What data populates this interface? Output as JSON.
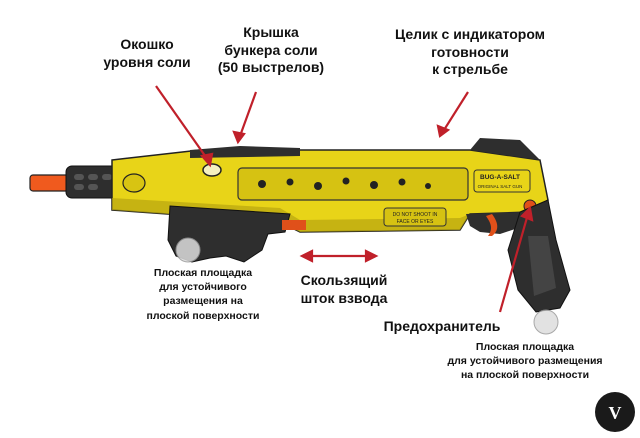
{
  "labels": {
    "salt_window": [
      "Окошко",
      "уровня соли"
    ],
    "hopper_cap": [
      "Крышка",
      "бункера соли",
      "(50 выстрелов)"
    ],
    "rear_sight": [
      "Целик с индикатором",
      "готовности",
      "к стрельбе"
    ],
    "flat_pad_front": [
      "Плоская площадка",
      "для  устойчивого",
      "размещения на",
      "плоской поверхности"
    ],
    "cocking_rod": [
      "Скользящий",
      "шток взвода"
    ],
    "safety": "Предохранитель",
    "flat_pad_rear": [
      "Плоская площадка",
      "для  устойчивого размещения",
      "на  плоской поверхности"
    ]
  },
  "gun_markings": {
    "logo": "BUG-A-SALT",
    "subtitle": "ORIGINAL SALT GUN",
    "warning": [
      "DO NOT SHOOT IN",
      "FACE OR EYES"
    ]
  },
  "colors": {
    "body": "#e8d418",
    "body_shade": "#b8a510",
    "grip": "#2e2e2e",
    "muzzle": "#f05a1e",
    "accent": "#e0501a",
    "arrow": "#c0202a"
  },
  "badge_icon": "v-star-circle-icon"
}
